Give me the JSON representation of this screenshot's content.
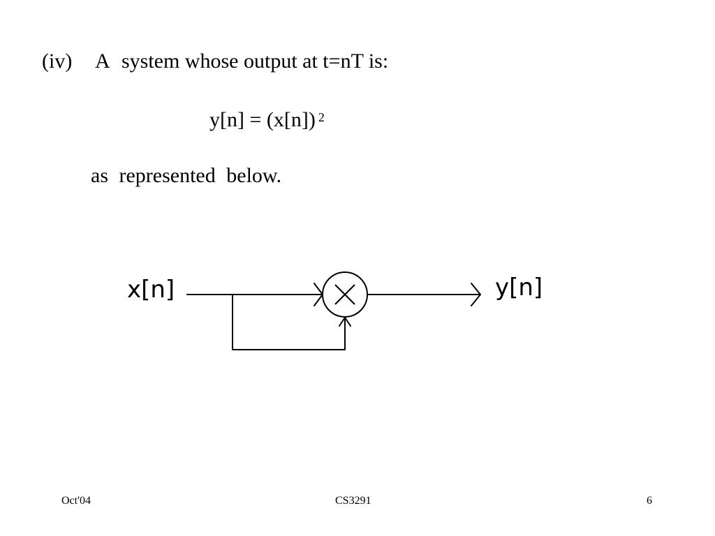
{
  "slide": {
    "heading": {
      "number": "(iv)",
      "word_a": "A",
      "text": "system whose output at t=nT is:"
    },
    "equation": {
      "base": "y[n] = (x[n])",
      "exponent": "2"
    },
    "caption": {
      "part1": "as",
      "part2": "represented",
      "part3": "below."
    },
    "diagram": {
      "input_label": "x[n]",
      "output_label": "y[n]"
    },
    "footer": {
      "left": "Oct'04",
      "center": "CS3291",
      "right": "6"
    }
  }
}
